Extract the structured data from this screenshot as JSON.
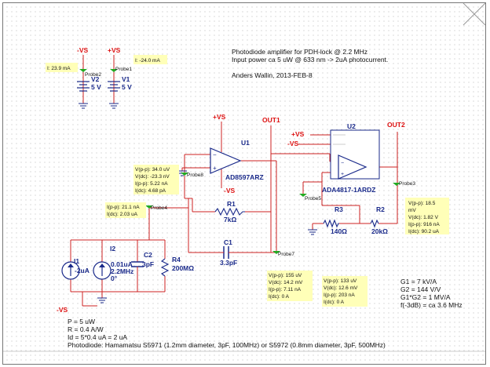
{
  "title": {
    "line1": "Photodiode amplifier for PDH-lock @ 2.2 MHz",
    "line2": "Input power ca 5 uW @ 633 nm -> 2uA photocurrent.",
    "author": "Anders Wallin, 2013-FEB-8"
  },
  "supplies": {
    "neg_label": "-VS",
    "pos_label": "+VS",
    "v2_name": "V2",
    "v2_value": "5 V",
    "v1_name": "V1",
    "v1_value": "5 V",
    "probe2": "Probe2",
    "probe1": "Probe1",
    "probe2_i": "I: 23.9 mA",
    "probe1_i": "I: -24.0 mA"
  },
  "u1": {
    "name": "U1",
    "part": "AD8597ARZ",
    "vs_pos": "+VS",
    "vs_neg": "-VS",
    "out": "OUT1"
  },
  "u2": {
    "name": "U2",
    "part": "ADA4817-1ARDZ",
    "vs_pos": "+VS",
    "vs_neg": "-VS",
    "out": "OUT2"
  },
  "components": {
    "r1_name": "R1",
    "r1_value": "7kΩ",
    "c1_name": "C1",
    "c1_value": "3.3pF",
    "r3_name": "R3",
    "r3_value": "140Ω",
    "r2_name": "R2",
    "r2_value": "20kΩ",
    "i1_name": "I1",
    "i1_value": "-2uA",
    "i2_name": "I2",
    "i2_value1": "0.01uA",
    "i2_value2": "2.2MHz",
    "i2_value3": "0°",
    "c2_name": "C2",
    "c2_value": "3pF",
    "r4_name": "R4",
    "r4_value": "200MΩ",
    "bottom_neg": "-VS"
  },
  "probes": {
    "p3": "Probe3",
    "p4": "Probe4",
    "p5": "Probe5",
    "p7": "Probe7",
    "p8": "Probe8"
  },
  "readouts": {
    "probe8": [
      "V(p-p): 34.0 uV",
      "V(dc): -23.3 nV",
      "I(p-p): 5.22 nA",
      "I(dc): 4.68 pA"
    ],
    "probe4": [
      "I(p-p): 21.1 nA",
      "I(dc): 2.03 uA"
    ],
    "probe3": [
      "V(p-p): 18.5",
      "mV",
      "V(dc): 1.82 V",
      "I(p-p): 916 nA",
      "I(dc): 90.2 uA"
    ],
    "probe7a": [
      "V(p-p): 155 uV",
      "V(dc): 14.2 mV",
      "I(p-p): 7.11 nA",
      "I(dc): 0 A"
    ],
    "probe7b": [
      "V(p-p): 133 uV",
      "V(dc): 12.6 mV",
      "I(p-p): 203 nA",
      "I(dc): 0 A"
    ]
  },
  "gains": {
    "g1": "G1 = 7 kV/A",
    "g2": "G2 = 144 V/V",
    "g12": "G1*G2 = 1 MV/A",
    "f3db": "f(-3dB) = ca 3.6 MHz"
  },
  "notes": {
    "p": "P = 5 uW",
    "r": "R = 0.4 A/W",
    "id": "Id = 5*0.4 uA = 2 uA",
    "photodiode": "Photodiode: Hamamatsu S5971 (1.2mm diameter, 3pF, 100MHz) or S5972 (0.8mm diameter, 3pF, 500MHz)"
  },
  "colors": {
    "wire": "#cc2222",
    "part": "#1a2a8a",
    "label_red": "#dd1111",
    "probe_box": "#ffffb8",
    "probe_marker": "#22aa22",
    "grid_dot": "#b8b8b8",
    "border": "#777777"
  }
}
